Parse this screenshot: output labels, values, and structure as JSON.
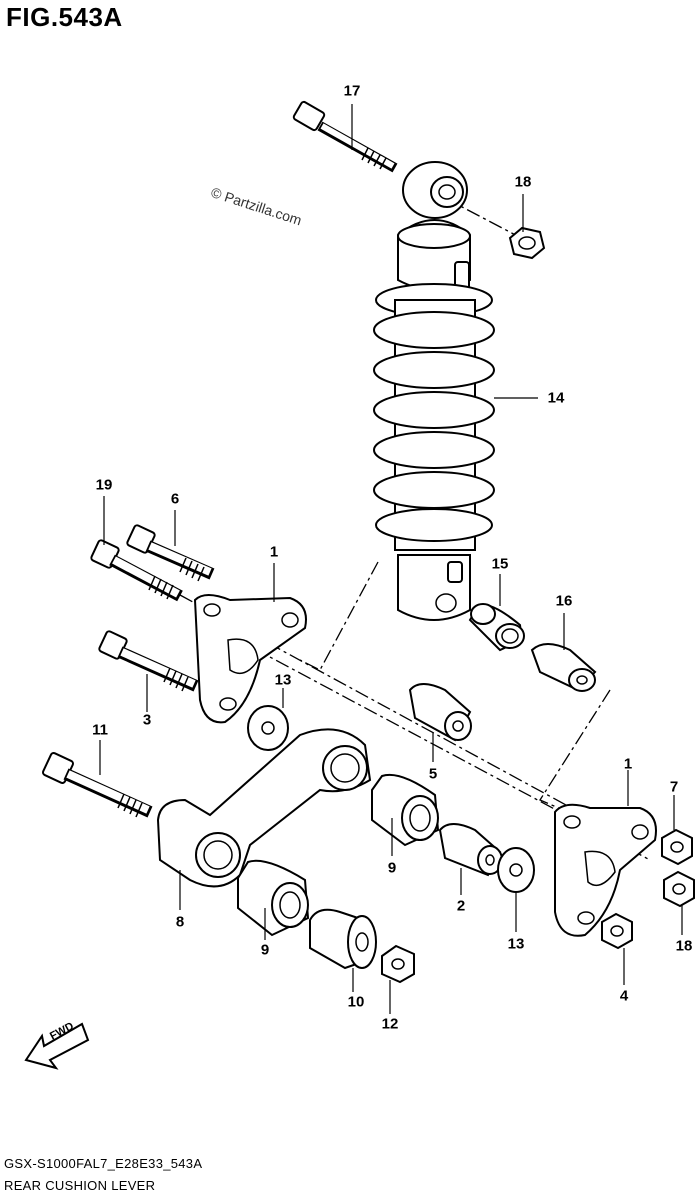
{
  "figure": {
    "title": "FIG.543A",
    "watermark": "© Partzilla.com",
    "model_code": "GSX-S1000FAL7_E28E33_543A",
    "caption": "REAR CUSHION LEVER",
    "direction_label": "FWD"
  },
  "callouts": [
    {
      "id": "c17",
      "text": "17"
    },
    {
      "id": "c18a",
      "text": "18"
    },
    {
      "id": "c14",
      "text": "14"
    },
    {
      "id": "c19",
      "text": "19"
    },
    {
      "id": "c6",
      "text": "6"
    },
    {
      "id": "c1a",
      "text": "1"
    },
    {
      "id": "c15",
      "text": "15"
    },
    {
      "id": "c16",
      "text": "16"
    },
    {
      "id": "c13a",
      "text": "13"
    },
    {
      "id": "c3",
      "text": "3"
    },
    {
      "id": "c11",
      "text": "11"
    },
    {
      "id": "c5",
      "text": "5"
    },
    {
      "id": "c1b",
      "text": "1"
    },
    {
      "id": "c7",
      "text": "7"
    },
    {
      "id": "c9a",
      "text": "9"
    },
    {
      "id": "c2",
      "text": "2"
    },
    {
      "id": "c8",
      "text": "8"
    },
    {
      "id": "c13b",
      "text": "13"
    },
    {
      "id": "c18b",
      "text": "18"
    },
    {
      "id": "c9b",
      "text": "9"
    },
    {
      "id": "c4",
      "text": "4"
    },
    {
      "id": "c10",
      "text": "10"
    },
    {
      "id": "c12",
      "text": "12"
    }
  ]
}
